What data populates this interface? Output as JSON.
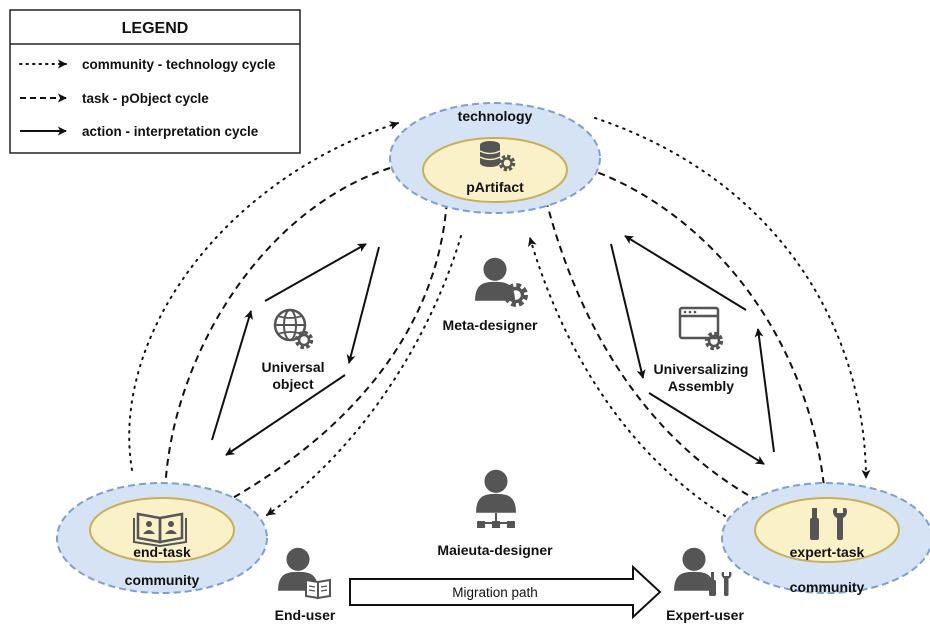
{
  "legend": {
    "title": "LEGEND",
    "items": [
      {
        "style": "dotted",
        "label": "community - technology cycle"
      },
      {
        "style": "dashed",
        "label": "task - pObject cycle"
      },
      {
        "style": "solid",
        "label": "action - interpretation cycle"
      }
    ]
  },
  "nodes": {
    "top": {
      "outer_label": "technology",
      "inner_label": "pArtifact",
      "icon": "database-gear-icon"
    },
    "left": {
      "outer_label": "community",
      "inner_label": "end-task",
      "icon": "open-book-people-icon"
    },
    "right": {
      "outer_label": "community",
      "inner_label": "expert-task",
      "icon": "screwdriver-wrench-icon"
    }
  },
  "roles": {
    "meta_designer": "Meta-designer",
    "maieuta_designer": "Maieuta-designer",
    "end_user": "End-user",
    "expert_user": "Expert-user"
  },
  "intermediates": {
    "universal_object_line1": "Universal",
    "universal_object_line2": "object",
    "universalizing_line1": "Universalizing",
    "universalizing_line2": "Assembly"
  },
  "migration_path": "Migration path",
  "colors": {
    "outer_fill": "#d5e3f5",
    "outer_stroke": "#7f9fd0",
    "inner_fill": "#fbf1c9",
    "inner_stroke": "#c9ae5a",
    "icon": "#555555",
    "line": "#111111"
  }
}
